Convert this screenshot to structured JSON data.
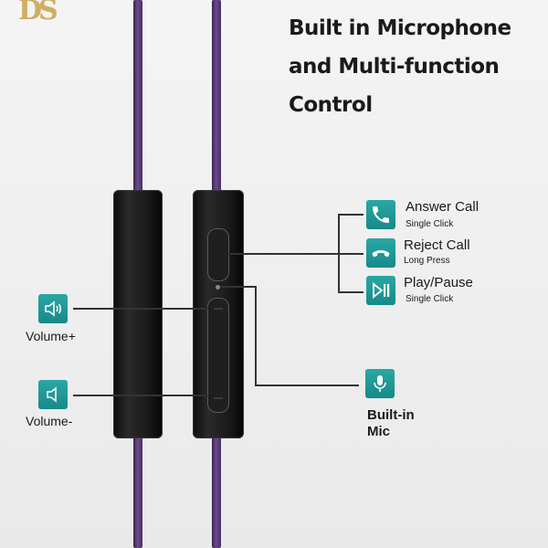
{
  "logo": {
    "text": "DS"
  },
  "headline": {
    "line1": "Built in Microphone",
    "line2": "and Multi-function",
    "line3": "Control"
  },
  "controls": [
    {
      "icon": "phone-answer-icon",
      "label": "Answer Call",
      "sub": "Single Click"
    },
    {
      "icon": "phone-hangup-icon",
      "label": "Reject Call",
      "sub": "Long Press"
    },
    {
      "icon": "play-pause-icon",
      "label": "Play/Pause",
      "sub": "Single Click"
    }
  ],
  "volume": {
    "up": {
      "icon": "volume-up-icon",
      "label": "Volume+"
    },
    "down": {
      "icon": "volume-down-icon",
      "label": "Volume-"
    }
  },
  "mic": {
    "icon": "microphone-icon",
    "line1": "Built-in",
    "line2": "Mic"
  },
  "colors": {
    "accent": "#1f9896",
    "cable": "#5a3a78",
    "body": "#151515"
  }
}
